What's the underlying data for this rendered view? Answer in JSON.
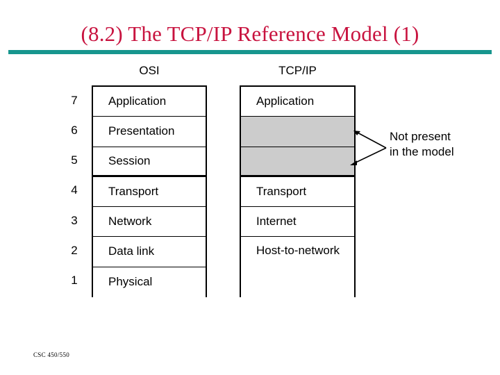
{
  "slide": {
    "title": "(8.2) The TCP/IP Reference Model (1)",
    "title_color": "#C8133F",
    "rule_color": "#17968E",
    "footer": "CSC 450/550",
    "background": "#FFFFFF"
  },
  "diagram": {
    "columns": [
      {
        "caption": "OSI"
      },
      {
        "caption": "TCP/IP"
      }
    ],
    "layer_numbers": [
      "7",
      "6",
      "5",
      "4",
      "3",
      "2",
      "1"
    ],
    "osi_layers": [
      {
        "label": "Application"
      },
      {
        "label": "Presentation"
      },
      {
        "label": "Session"
      },
      {
        "label": "Transport"
      },
      {
        "label": "Network"
      },
      {
        "label": "Data link"
      },
      {
        "label": "Physical"
      }
    ],
    "tcpip_layers": [
      {
        "label": "Application",
        "shaded": false,
        "span": 1
      },
      {
        "label": "",
        "shaded": true,
        "span": 1
      },
      {
        "label": "",
        "shaded": true,
        "span": 1
      },
      {
        "label": "Transport",
        "shaded": false,
        "span": 1
      },
      {
        "label": "Internet",
        "shaded": false,
        "span": 1
      },
      {
        "label": "Host-to-network",
        "shaded": false,
        "span": 2
      }
    ],
    "shaded_color": "#CCCCCC",
    "annotation": {
      "line1": "Not present",
      "line2": "in the model",
      "arrow_count": 2
    }
  }
}
